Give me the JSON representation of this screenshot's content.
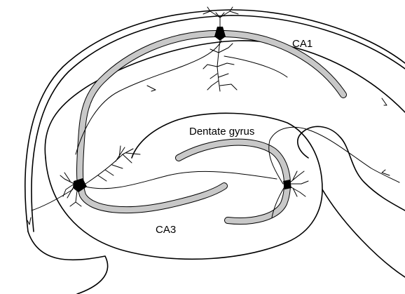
{
  "labels": {
    "ca1": "CA1",
    "dentate": "Dentate gyrus",
    "ca3": "CA3"
  },
  "colors": {
    "cell_layer": "#c8c8c8",
    "line": "#000000"
  }
}
